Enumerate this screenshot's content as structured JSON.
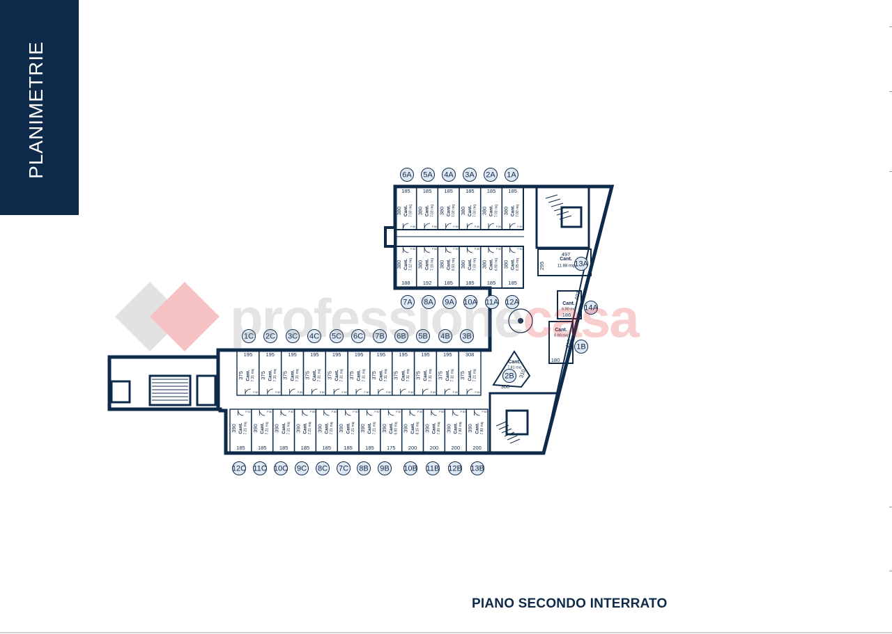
{
  "sidebar": {
    "title": "PLANIMETRIE"
  },
  "floor_title": "PIANO SECONDO INTERRATO",
  "watermark": {
    "part1": "professione",
    "part2": "casa",
    "color1": "#8a8a8a",
    "color2": "#e2262a"
  },
  "colors": {
    "wall": "#0e2a4a",
    "banner": "#0e2a4a",
    "label_fill": "#dfe8f3"
  },
  "unit_labels": {
    "top_row": [
      "6A",
      "5A",
      "4A",
      "3A",
      "2A",
      "1A"
    ],
    "north_lower_row": [
      "7A",
      "8A",
      "9A",
      "10A",
      "11A",
      "12A"
    ],
    "right_side": [
      "13A",
      "14A",
      "1B",
      "2B"
    ],
    "middle_row": [
      "1C",
      "2C",
      "3C",
      "4C",
      "5C",
      "6C",
      "7B",
      "6B",
      "5B",
      "4B",
      "3B"
    ],
    "bottom_row": [
      "12C",
      "11C",
      "10C",
      "9C",
      "8C",
      "7C",
      "8B",
      "9B",
      "10B",
      "11B",
      "12B",
      "13B"
    ]
  },
  "cells": {
    "north_top": [
      {
        "w": "185",
        "d": "380",
        "t": "Cant.",
        "a": "7.03 mq"
      },
      {
        "w": "185",
        "d": "380",
        "t": "Cant.",
        "a": "7.03 mq"
      },
      {
        "w": "185",
        "d": "380",
        "t": "Cant.",
        "a": "7.03 mq"
      },
      {
        "w": "185",
        "d": "380",
        "t": "Cant.",
        "a": "7.03 mq"
      },
      {
        "w": "185",
        "d": "380",
        "t": "Cant.",
        "a": "7.03 mq"
      },
      {
        "w": "185",
        "d": "380",
        "t": "Cant.",
        "a": "7.03 mq"
      }
    ],
    "north_bottom": [
      {
        "w": "188",
        "d": "380",
        "t": "Cant.",
        "a": "7.12 mq"
      },
      {
        "w": "192",
        "d": "380",
        "t": "Cant.",
        "a": "7.15 mq"
      },
      {
        "w": "185",
        "d": "380",
        "t": "Cant.",
        "a": "6.91 mq"
      },
      {
        "w": "185",
        "d": "380",
        "t": "Cant.",
        "a": "7.03 mq"
      },
      {
        "w": "185",
        "d": "380",
        "t": "Cant.",
        "a": "6.90 mq"
      },
      {
        "w": "185",
        "d": "380",
        "t": "Cant.",
        "a": "6.95 mq"
      }
    ],
    "middle": [
      {
        "w": "195",
        "d": "375",
        "t": "Cant.",
        "a": "7.31 mq"
      },
      {
        "w": "195",
        "d": "375",
        "t": "Cant.",
        "a": "7.31 mq"
      },
      {
        "w": "195",
        "d": "375",
        "t": "Cant.",
        "a": "7.31 mq"
      },
      {
        "w": "195",
        "d": "375",
        "t": "Cant.",
        "a": "7.31 mq"
      },
      {
        "w": "195",
        "d": "375",
        "t": "Cant.",
        "a": "7.31 mq"
      },
      {
        "w": "195",
        "d": "375",
        "t": "Cant.",
        "a": "7.31 mq"
      },
      {
        "w": "195",
        "d": "375",
        "t": "Cant.",
        "a": "7.31 mq"
      },
      {
        "w": "195",
        "d": "375",
        "t": "Cant.",
        "a": "7.31 mq"
      },
      {
        "w": "195",
        "d": "375",
        "t": "Cant.",
        "a": "7.31 mq"
      },
      {
        "w": "195",
        "d": "375",
        "t": "Cant.",
        "a": "7.31 mq"
      },
      {
        "w": "308",
        "d": "375",
        "t": "Cant.",
        "a": "7.21 mq"
      }
    ],
    "bottom": [
      {
        "w": "185",
        "d": "390",
        "t": "Cant.",
        "a": "7.21 mq"
      },
      {
        "w": "185",
        "d": "390",
        "t": "Cant.",
        "a": "7.21 mq"
      },
      {
        "w": "185",
        "d": "390",
        "t": "Cant.",
        "a": "7.21 mq"
      },
      {
        "w": "185",
        "d": "390",
        "t": "Cant.",
        "a": "7.21 mq"
      },
      {
        "w": "185",
        "d": "390",
        "t": "Cant.",
        "a": "7.21 mq"
      },
      {
        "w": "185",
        "d": "390",
        "t": "Cant.",
        "a": "7.21 mq"
      },
      {
        "w": "185",
        "d": "390",
        "t": "Cant.",
        "a": "7.21 mq"
      },
      {
        "w": "175",
        "d": "390",
        "t": "Cant.",
        "a": "6.80 mq"
      },
      {
        "w": "200",
        "d": "390",
        "t": "Cant.",
        "a": "8.15 mq"
      },
      {
        "w": "200",
        "d": "390",
        "t": "Cant.",
        "a": "7.80 mq"
      },
      {
        "w": "200",
        "d": "390",
        "t": "Cant.",
        "a": "7.80 mq"
      },
      {
        "w": "200",
        "d": "390",
        "t": "Cant.",
        "a": "7.80 mq"
      }
    ]
  },
  "special_rooms": [
    {
      "id": "13A",
      "t": "Cant.",
      "a": "11.88 mq",
      "w": "497",
      "d": "295"
    },
    {
      "id": "14A",
      "t": "Cant.",
      "a": "6.90 mq",
      "w": "186",
      "d": "403"
    },
    {
      "id": "1B",
      "t": "Cant.",
      "a": "6.90 mq",
      "w": "180",
      "d": "410"
    },
    {
      "id": "2B",
      "t": "Cant.",
      "a": "7.81 mq",
      "w": "300",
      "d": "310"
    }
  ],
  "door_tag": "P 80"
}
